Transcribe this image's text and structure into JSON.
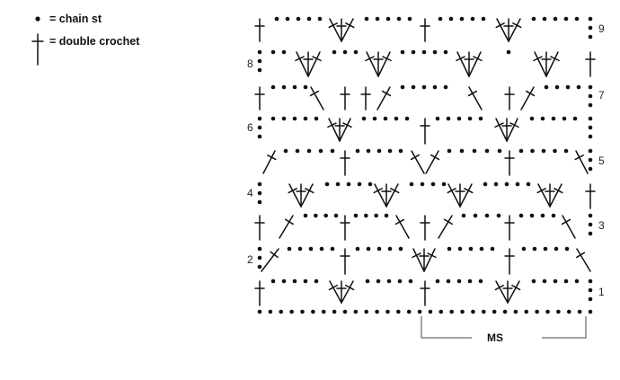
{
  "legend": [
    {
      "symbol": "chain-dot-icon",
      "label": "= chain st"
    },
    {
      "symbol": "double-crochet-icon",
      "label": "= double crochet"
    }
  ],
  "row_labels": {
    "left": [
      "2",
      "4",
      "6",
      "8"
    ],
    "right": [
      "1",
      "3",
      "5",
      "7",
      "9"
    ]
  },
  "repeat_label": "MS",
  "colors": {
    "ink": "#111111",
    "bracket": "#444444",
    "background": "#ffffff"
  }
}
